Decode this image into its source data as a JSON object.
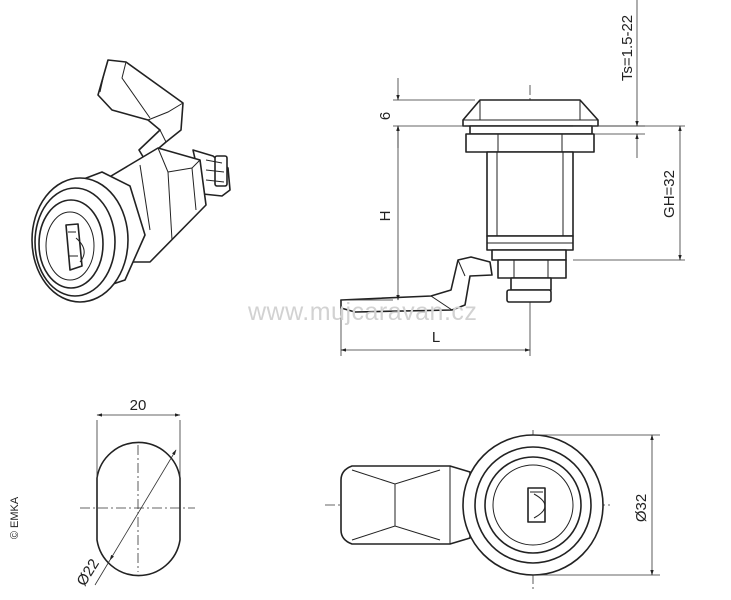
{
  "dimensions": {
    "ts": "Ts=1.5-22",
    "six": "6",
    "gh": "GH=32",
    "h": "H",
    "l": "L",
    "twenty": "20",
    "dia22": "Ø22",
    "dia32": "Ø32"
  },
  "watermark": "www.mujcaravan.cz",
  "copyright": "© EMKA"
}
